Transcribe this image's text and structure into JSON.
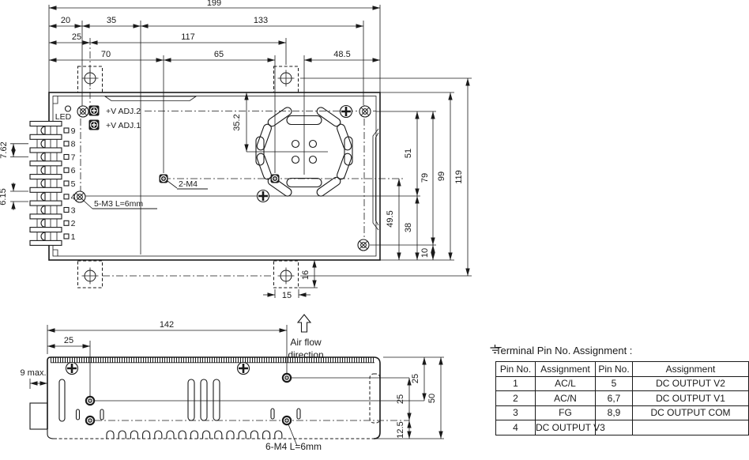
{
  "top": {
    "dims": {
      "d199": "199",
      "d20": "20",
      "d35": "35",
      "d133": "133",
      "d25": "25",
      "d117": "117",
      "d70": "70",
      "d65": "65",
      "d48_5": "48.5",
      "d35_2": "35.2",
      "d51": "51",
      "d38": "38",
      "d79": "79",
      "d10": "10",
      "d99": "99",
      "d119": "119",
      "d49_5": "49.5",
      "d15": "15",
      "d16": "16",
      "d7_62": "7.62",
      "d6_15": "6.15"
    },
    "labels": {
      "led": "LED",
      "vadj2": "+V ADJ.2",
      "vadj1": "+V ADJ.1",
      "m3": "5-M3 L=6mm",
      "m4": "2-M4"
    },
    "pins": [
      "9",
      "8",
      "7",
      "6",
      "5",
      "4",
      "3",
      "2",
      "1"
    ]
  },
  "side": {
    "dims": {
      "d142": "142",
      "d25": "25",
      "d9max": "9 max.",
      "d25a": "25",
      "d25b": "25",
      "d12_5": "12.5",
      "d50": "50"
    },
    "labels": {
      "air1": "Air flow",
      "air2": "direction",
      "m4": "6-M4 L=6mm"
    }
  },
  "table": {
    "title": "Terminal Pin No. Assignment :",
    "headers": [
      "Pin No.",
      "Assignment",
      "Pin No.",
      "Assignment"
    ],
    "rows": [
      [
        "1",
        "AC/L",
        "5",
        "DC OUTPUT V2"
      ],
      [
        "2",
        "AC/N",
        "6,7",
        "DC OUTPUT V1"
      ],
      [
        "3",
        "FG",
        "8,9",
        "DC OUTPUT COM"
      ],
      [
        "4",
        "DC OUTPUT V3",
        "",
        ""
      ]
    ]
  },
  "colors": {
    "line": "#1a1a1a",
    "background": "#ffffff"
  }
}
